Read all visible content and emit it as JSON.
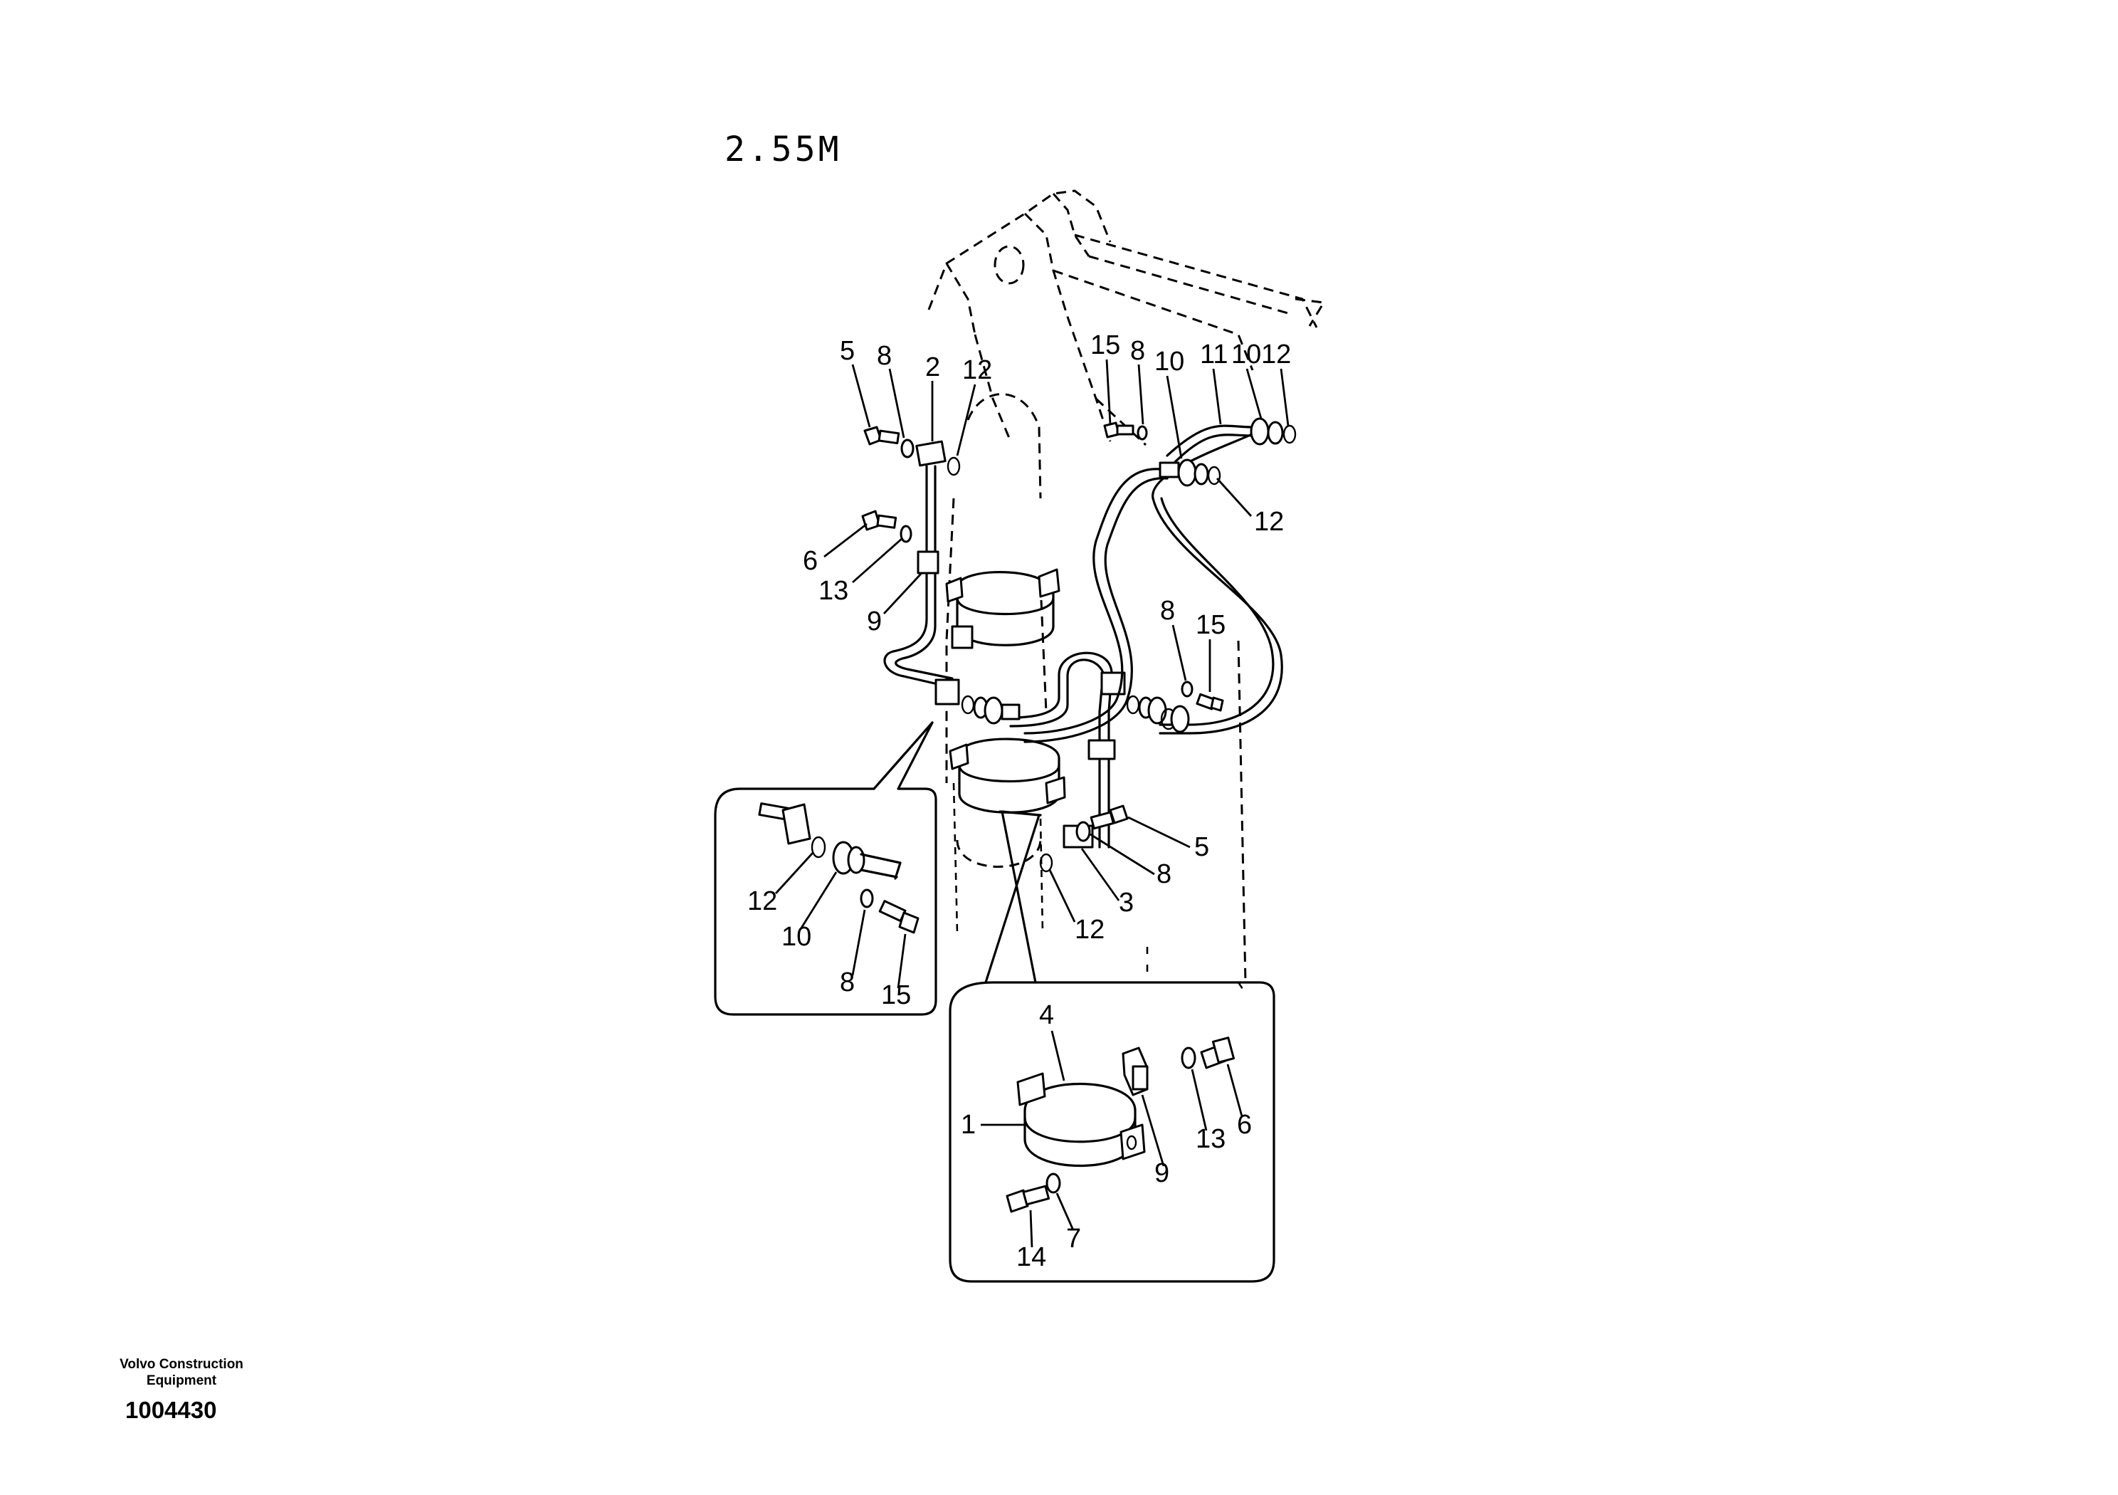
{
  "drawing": {
    "model_label": "2.55M",
    "footer_brand": "Volvo Construction Equipment",
    "footer_code": "1004430"
  },
  "callouts": {
    "main": [
      "5",
      "8",
      "2",
      "12",
      "15",
      "8",
      "10",
      "11",
      "10",
      "12",
      "12",
      "6",
      "13",
      "9",
      "8",
      "15",
      "5",
      "8",
      "3",
      "12"
    ],
    "detail_left": [
      "12",
      "10",
      "8",
      "15"
    ],
    "detail_bottom": [
      "4",
      "1",
      "13",
      "6",
      "9",
      "14",
      "7"
    ]
  }
}
